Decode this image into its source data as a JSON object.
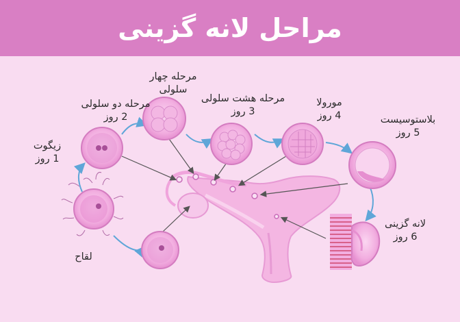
{
  "title": "مراحل لانه گزینی",
  "colors": {
    "header": "#d97fc4",
    "background": "#f9dcf1",
    "cell": "#e68fd0",
    "cell_inner": "#f7c2ea",
    "uterus": "#f4b6e2",
    "arrow_blue": "#5fa6d8",
    "pointer": "#555555"
  },
  "stages": {
    "fertilization": {
      "label": "لقاح"
    },
    "zygote": {
      "name": "زیگوت",
      "day": "1 روز"
    },
    "two_cell": {
      "name": "مرحله دو سلولی",
      "day": "2 روز"
    },
    "four_cell": {
      "name_line1": "مرحله چهار",
      "name_line2": "سلولی"
    },
    "eight_cell": {
      "name": "مرحله هشت سلولی",
      "day": "3 روز"
    },
    "morula": {
      "name": "مورولا",
      "day": "4 روز"
    },
    "blastocyst": {
      "name": "بلاستوسیست",
      "day": "5 روز"
    },
    "implantation": {
      "name": "لانه گزینی",
      "day": "6 روز"
    }
  }
}
